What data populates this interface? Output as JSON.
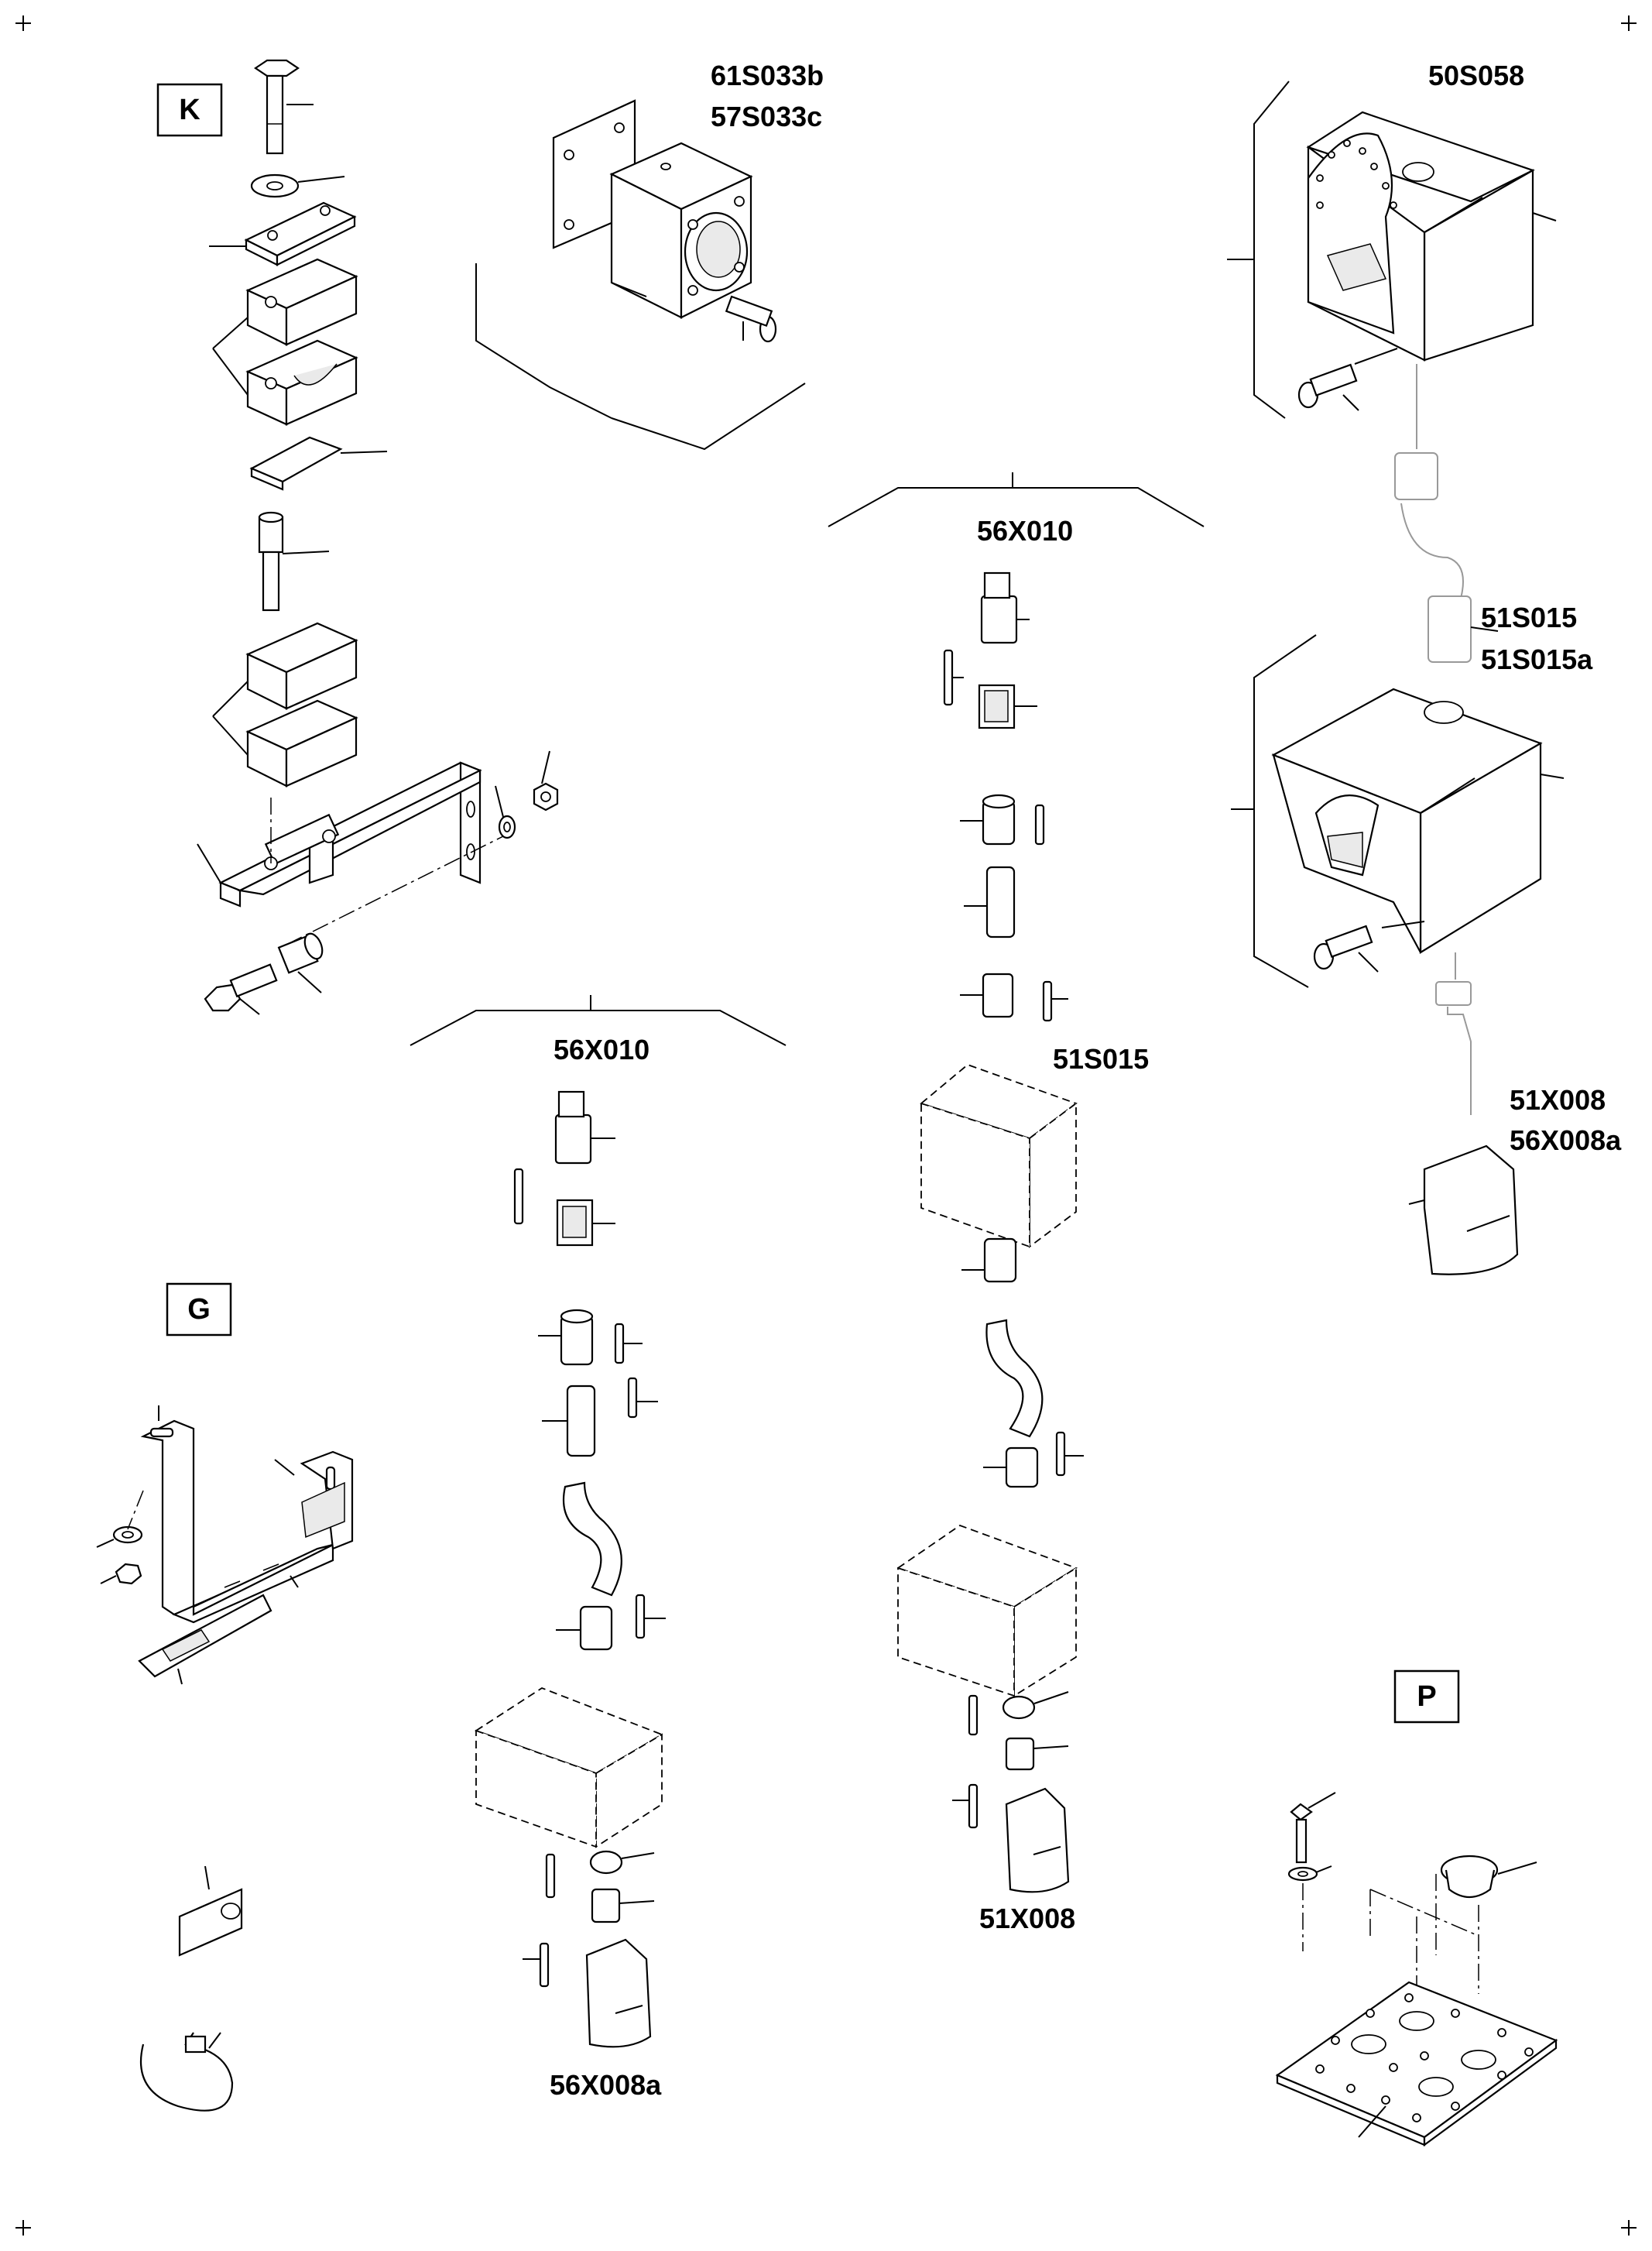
{
  "sheet": {
    "section_markers": {
      "k": "K",
      "g": "G",
      "p": "P"
    },
    "callouts": {
      "camera_module": [
        "61S033b",
        "57S033c"
      ],
      "housing_top": "50S058",
      "connector_center_top": "56X010",
      "connector_left": "56X010",
      "conduit_right": [
        "51S015",
        "51S015a"
      ],
      "connector_center_mid": "51S015",
      "plug_right": [
        "51X008",
        "56X008a"
      ],
      "plug_left_bottom": "56X008a",
      "plug_center_bottom": "51X008"
    }
  }
}
